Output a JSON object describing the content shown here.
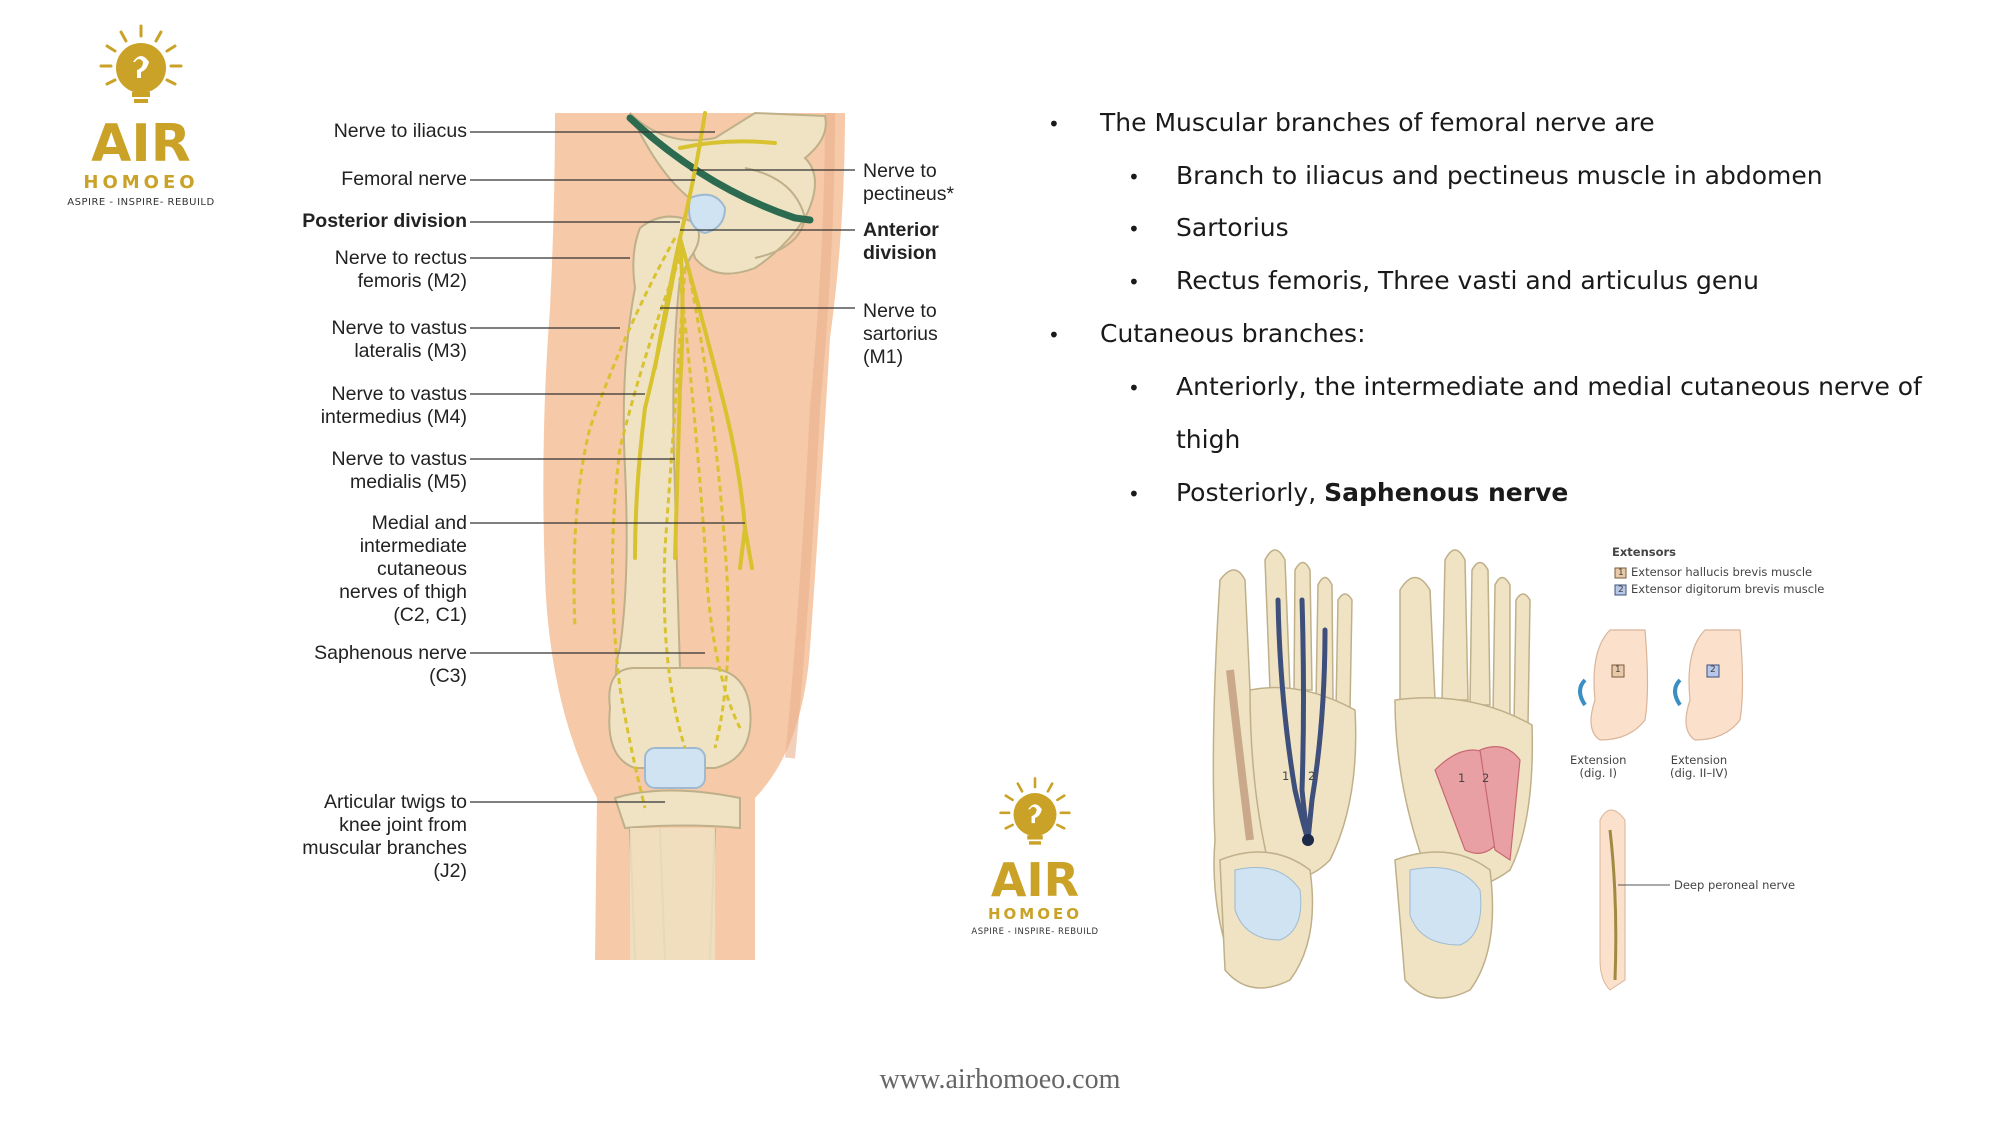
{
  "logo_top": {
    "word": "AIR",
    "sub": "HOMOEO",
    "tagline": "ASPIRE - INSPIRE- REBUILD",
    "color": "#c9a227"
  },
  "logo_mid": {
    "word": "AIR",
    "sub": "HOMOEO",
    "tagline": "ASPIRE - INSPIRE- REBUILD",
    "color": "#c9a227"
  },
  "thigh_labels": {
    "nerve_to_iliacus": "Nerve to iliacus",
    "femoral_nerve": "Femoral nerve",
    "posterior_division": "Posterior division",
    "nerve_to_rectus": "Nerve to rectus\nfemoris (M2)",
    "nerve_to_vastus_lateralis": "Nerve to vastus\nlateralis (M3)",
    "nerve_to_vastus_intermedius": "Nerve to vastus\nintermedius (M4)",
    "nerve_to_vastus_medialis": "Nerve to vastus\nmedialis (M5)",
    "medial_intermediate": "Medial and\nintermediate\ncutaneous\nnerves of thigh\n(C2, C1)",
    "saphenous": "Saphenous nerve\n(C3)",
    "articular_twigs": "Articular twigs to\nknee joint from\nmuscular branches\n(J2)",
    "nerve_to_pectineus": "Nerve to\npectineus*",
    "anterior_division": "Anterior\ndivision",
    "nerve_to_sartorius": "Nerve to\nsartorius\n(M1)"
  },
  "bullets": {
    "l1": "The Muscular branches of femoral nerve are",
    "l1a": "Branch to iliacus and pectineus muscle in abdomen",
    "l1b": "Sartorius",
    "l1c": "Rectus femoris, Three vasti and articulus genu",
    "l2": "Cutaneous branches:",
    "l2a_1": "Anteriorly, the intermediate and medial cutaneous nerve of",
    "l2a_2": "thigh",
    "l2b_prefix": "Posteriorly, ",
    "l2b_bold": "Saphenous nerve",
    "bullet_glyph": "•"
  },
  "foot_labels": {
    "extensors": "Extensors",
    "legend1_num": "1",
    "legend1": "Extensor hallucis brevis muscle",
    "legend2_num": "2",
    "legend2": "Extensor digitorum brevis muscle",
    "box1": "1",
    "box2": "2",
    "extension1": "Extension\n(dig. I)",
    "extension2": "Extension\n(dig. II–IV)",
    "deep_peroneal": "Deep peroneal nerve",
    "num1": "1",
    "num2": "2",
    "num1b": "1",
    "num2b": "2"
  },
  "footer": {
    "url": "www.airhomoeo.com"
  },
  "colors": {
    "skin": "#f6c9a8",
    "bone": "#efe3c4",
    "nerve": "#d8c230",
    "vessel": "#2c6b4f",
    "cartilage": "#cfe3f2"
  }
}
